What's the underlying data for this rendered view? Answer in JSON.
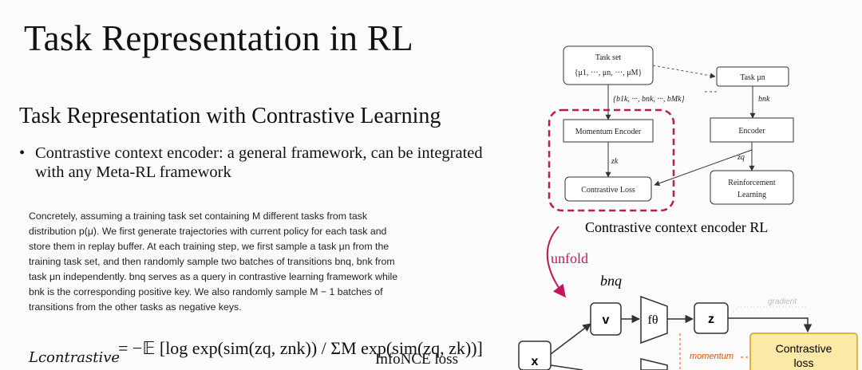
{
  "slide": {
    "title": "Task Representation in RL",
    "subtitle": "Task Representation with Contrastive Learning",
    "bullet": "Contrastive context encoder: a general framework, can be integrated with any Meta-RL framework",
    "paragraph": "Concretely, assuming a training task set containing M different tasks from task\ndistribution p(μ). We first generate trajectories with current policy for each task and\nstore them in replay buffer. At each training step, we first sample a task μn from the\ntraining task set, and then randomly sample two batches of transitions bnq, bnk from\ntask μn independently. bnq serves as a query in contrastive learning framework while\nbnk is the corresponding positive key. We also randomly sample M − 1 batches of\ntransitions from the other tasks as negative keys.",
    "loss_label": "Lcontrastive",
    "formula": "= −𝔼 [log exp(sim(zq, znk)) / ΣM exp(sim(zq, zk))]",
    "infonce": "InfoNCE loss"
  },
  "diagram": {
    "task_set_line1": "Task set",
    "task_set_line2": "{μ1, ···, μn, ···, μM}",
    "task_mu": "Task μn",
    "neg_keys": "{b1k, ···, bnk, ···, bMk}",
    "bnk": "bnk",
    "momentum_encoder": "Momentum Encoder",
    "encoder": "Encoder",
    "zk": "zk",
    "zq": "zq",
    "contrastive_loss": "Contrastive Loss",
    "rl_line1": "Reinforcement",
    "rl_line2": "Learning",
    "caption": "Contrastive context encoder RL",
    "unfold": "unfold",
    "bnq": "bnq",
    "v": "v",
    "f": "fθ",
    "z": "z",
    "x": "x",
    "gradient": "gradient",
    "momentum": "momentum",
    "closs_line1": "Contrastive",
    "closs_line2": "loss"
  },
  "colors": {
    "dashed_red": "#c2185b",
    "unfold_red": "#c2185b",
    "loss_fill": "#fbe9a7",
    "loss_stroke": "#d4a017",
    "momentum_orange": "#e65100"
  }
}
